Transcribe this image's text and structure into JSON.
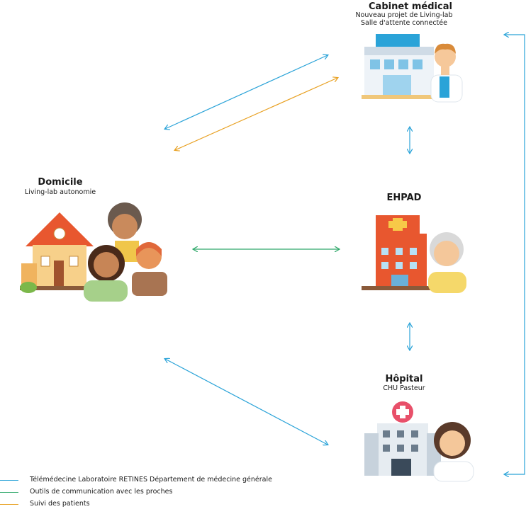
{
  "colors": {
    "telemed": "#2aa3d8",
    "comm": "#2fa86a",
    "suivi": "#e8a020"
  },
  "nodes": {
    "cabinet": {
      "title": "Cabinet médical",
      "sub1": "Nouveau projet de Living-lab",
      "sub2": "Salle d'attente connectée"
    },
    "domicile": {
      "title": "Domicile",
      "sub1": "Living-lab autonomie"
    },
    "ehpad": {
      "title": "EHPAD"
    },
    "hopital": {
      "title": "Hôpital",
      "sub1": "CHU Pasteur"
    }
  },
  "legend": [
    {
      "label": "Télémédecine Laboratoire RETINES Département de médecine générale",
      "color": "#2aa3d8"
    },
    {
      "label": "Outils de communication avec les proches",
      "color": "#2fa86a"
    },
    {
      "label": "Suivi des patients",
      "color": "#e8a020"
    }
  ]
}
